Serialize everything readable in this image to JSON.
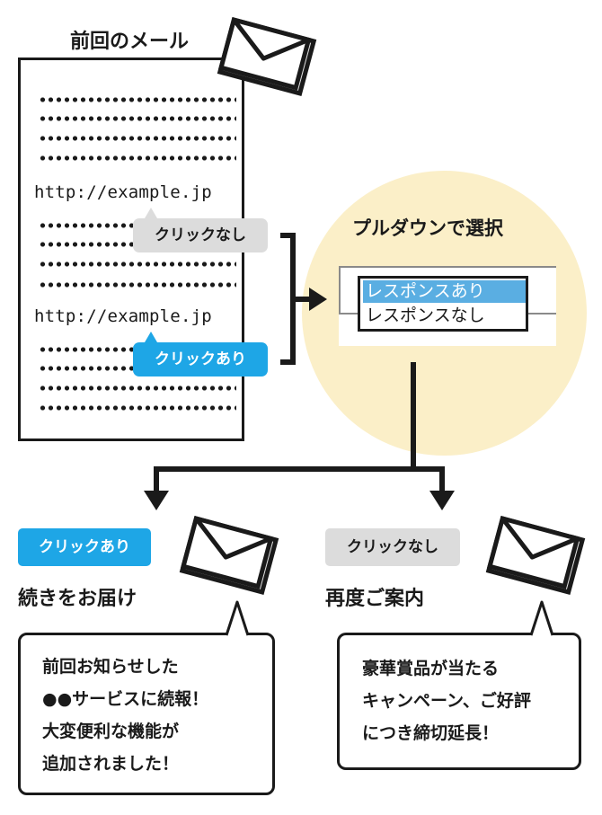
{
  "previous_mail": {
    "title": "前回のメール",
    "links": [
      {
        "url": "http://example.jp",
        "tag": "クリックなし"
      },
      {
        "url": "http://example.jp",
        "tag": "クリックあり"
      }
    ]
  },
  "pulldown": {
    "title": "プルダウンで選択",
    "options": [
      "レスポンスあり",
      "レスポンスなし"
    ],
    "selected_index": 0
  },
  "branches": {
    "clicked": {
      "tag": "クリックあり",
      "action": "続きをお届け",
      "message_lines": [
        "前回お知らせした",
        "●●サービスに続報！",
        "大変便利な機能が",
        "追加されました！"
      ]
    },
    "not_clicked": {
      "tag": "クリックなし",
      "action": "再度ご案内",
      "message_lines": [
        "豪華賞品が当たる",
        "キャンペーン、ご好評",
        "につき締切延長！"
      ]
    }
  },
  "colors": {
    "ink": "#1a1a1a",
    "blue_tag": "#1ea6e6",
    "gray_tag": "#dcdcdc",
    "circle_fill": "#fbefc8",
    "selection": "#5aaee2",
    "envelope_shade": "#e3e3e3"
  },
  "icons": [
    "envelope-icon",
    "arrow-right-icon",
    "arrow-down-icon"
  ]
}
